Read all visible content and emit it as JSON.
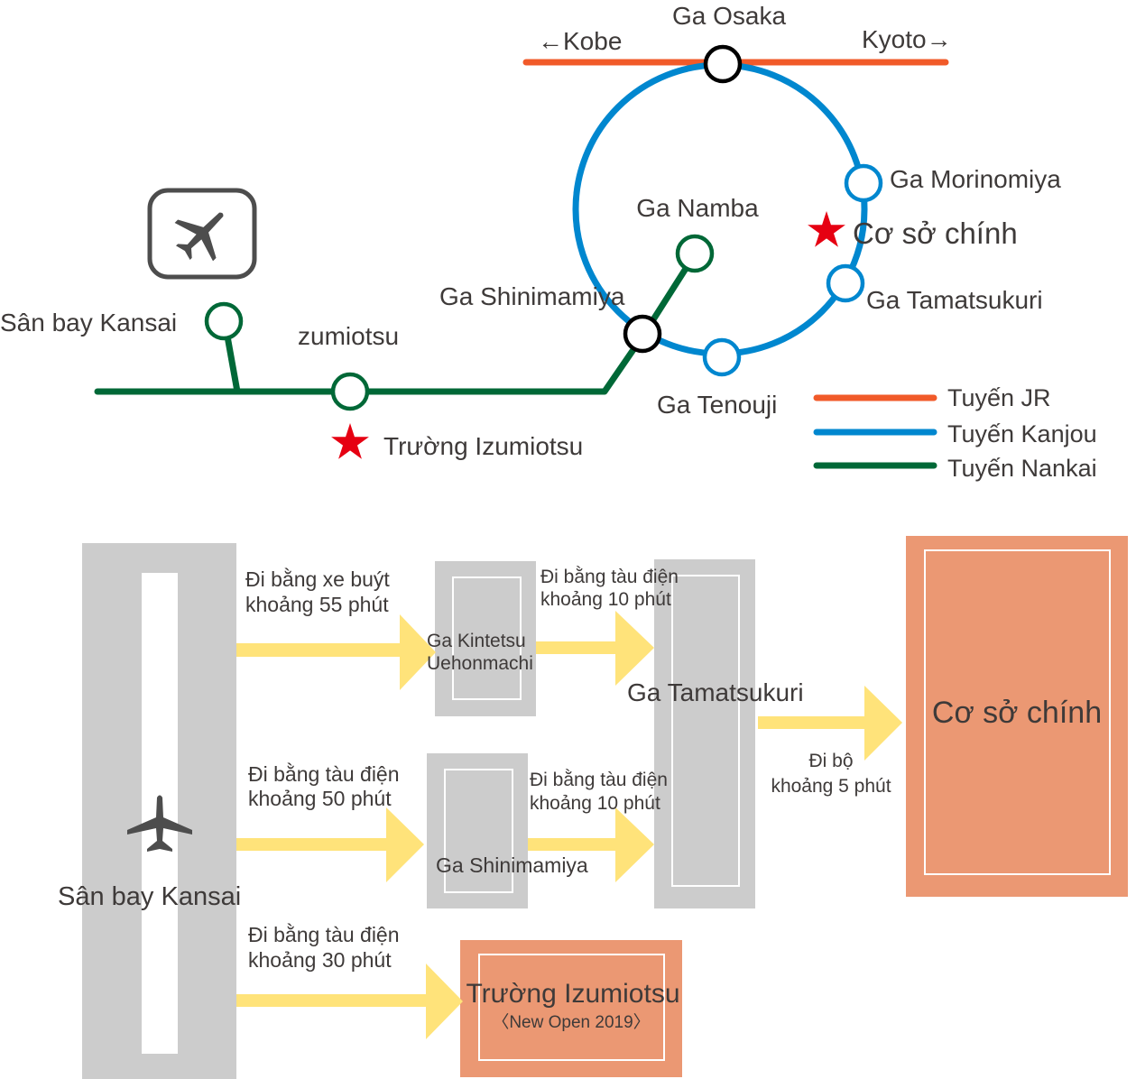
{
  "colors": {
    "jr_line": "#f15a29",
    "kanjou_line": "#0087cf",
    "nankai_line": "#006837",
    "star": "#e60012",
    "text": "#3e3a39",
    "gray_block": "#cccccc",
    "orange_block": "#eb9873",
    "arrow": "#ffe37a",
    "icon": "#4d4d4d"
  },
  "map": {
    "stations": {
      "osaka": "Ga Osaka",
      "kobe": "←Kobe",
      "kyoto": "Kyoto→",
      "morinomiya": "Ga Morinomiya",
      "main_campus": "Cơ sở chính",
      "tamatsukuri": "Ga Tamatsukuri",
      "namba": "Ga Namba",
      "shinimamiya": "Ga Shinimamiya",
      "tenouji": "Ga Tenouji",
      "kansai_airport": "Sân bay Kansai",
      "izumiotsu": "zumiotsu",
      "izumiotsu_school": "Trường Izumiotsu"
    },
    "legend": [
      {
        "label": "Tuyến JR",
        "color_key": "jr_line"
      },
      {
        "label": "Tuyến Kanjou",
        "color_key": "kanjou_line"
      },
      {
        "label": "Tuyến Nankai",
        "color_key": "nankai_line"
      }
    ],
    "icons": {
      "airport": "airplane-icon",
      "school": "star-icon"
    }
  },
  "flow": {
    "airport_label": "Sân bay Kansai",
    "routes": {
      "bus": {
        "line1": "Đi bằng xe buýt",
        "line2": "khoảng 55 phút"
      },
      "train50": {
        "line1": "Đi bằng tàu điện",
        "line2": "khoảng 50 phút"
      },
      "train30": {
        "line1": "Đi bằng tàu điện",
        "line2": "khoảng 30 phút"
      },
      "kintetsu_to_tama": {
        "line1": "Đi bằng tàu điện",
        "line2": "khoảng 10 phút"
      },
      "shin_to_tama": {
        "line1": "Đi bằng tàu điện",
        "line2": "khoảng 10 phút"
      },
      "walk": {
        "line1": "Đi bộ",
        "line2": "khoảng 5 phút"
      }
    },
    "nodes": {
      "kintetsu": {
        "line1": "Ga Kintetsu",
        "line2": "Uehonmachi"
      },
      "shinimamiya": "Ga Shinimamiya",
      "tamatsukuri": "Ga Tamatsukuri",
      "main_campus": "Cơ sở chính",
      "izumiotsu": {
        "line1": "Trường Izumiotsu",
        "line2": "〈New Open 2019〉"
      }
    }
  }
}
